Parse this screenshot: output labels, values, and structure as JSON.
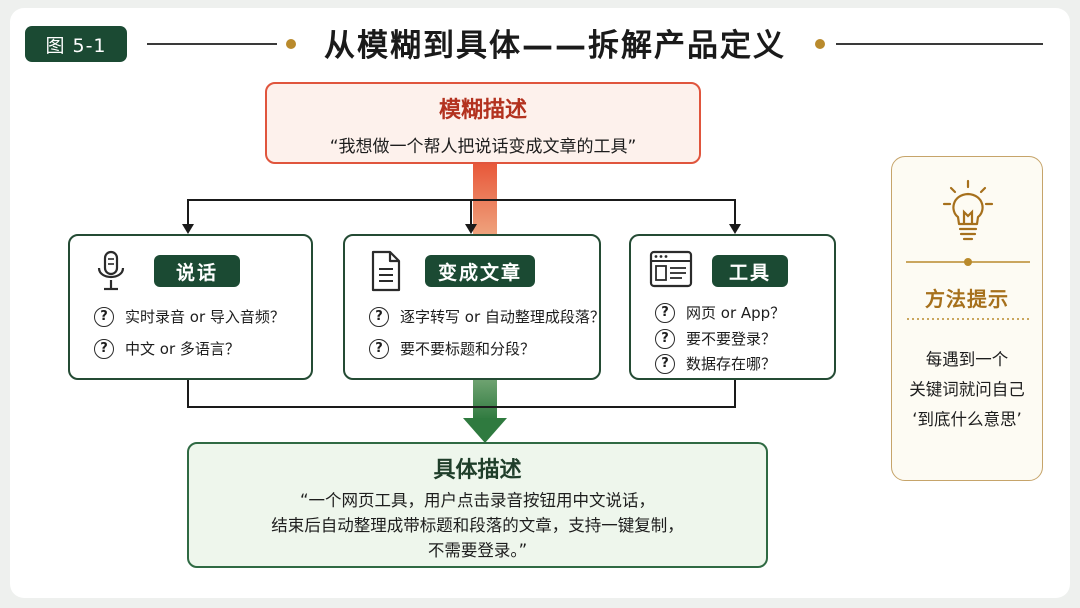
{
  "header": {
    "badge": "图 5-1",
    "title": "从模糊到具体——拆解产品定义"
  },
  "vague": {
    "title": "模糊描述",
    "text": "“我想做一个帮人把说话变成文章的工具”"
  },
  "dimensions": [
    {
      "label": "说话",
      "icon": "microphone-icon",
      "questions": [
        "实时录音 or 导入音频？",
        "中文 or 多语言？"
      ]
    },
    {
      "label": "变成文章",
      "icon": "document-icon",
      "questions": [
        "逐字转写 or 自动整理成段落？",
        "要不要标题和分段？"
      ]
    },
    {
      "label": "工具",
      "icon": "browser-window-icon",
      "questions": [
        "网页 or App？",
        "要不要登录？",
        "数据存在哪？"
      ]
    }
  ],
  "concrete": {
    "title": "具体描述",
    "lines": [
      "“一个网页工具，用户点击录音按钮用中文说话，",
      "结束后自动整理成带标题和段落的文章，支持一键复制，",
      "不需要登录。”"
    ]
  },
  "tip": {
    "icon": "lightbulb-icon",
    "title": "方法提示",
    "lines": [
      "每遇到一个",
      "关键词就问自己",
      "‘到底什么意思’"
    ]
  },
  "colors": {
    "dark_green": "#1b4a33",
    "red_accent": "#e0553d",
    "gold_accent": "#b98a2c"
  }
}
